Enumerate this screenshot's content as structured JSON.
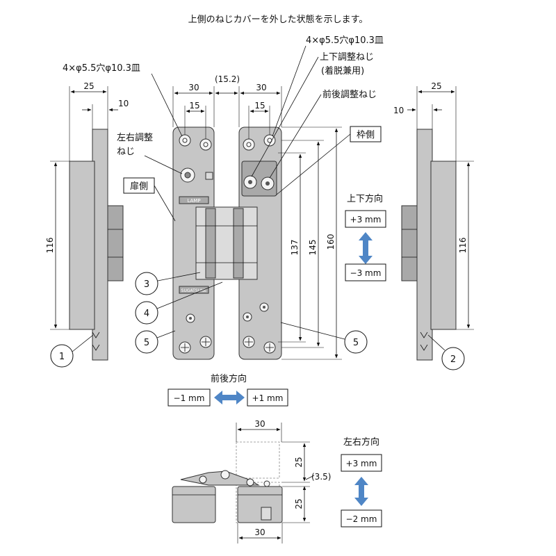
{
  "header": {
    "title": "上側のねじカバーを外した状態を示します。"
  },
  "callouts": {
    "hole_spec_left": "4×φ5.5穴φ10.3皿",
    "hole_spec_right": "4×φ5.5穴φ10.3皿",
    "vertical_adjust_screw": "上下調整ねじ",
    "vertical_adjust_screw_note": "(着脱兼用)",
    "front_back_adjust_screw": "前後調整ねじ",
    "lateral_adjust_screw_line1": "左右調整",
    "lateral_adjust_screw_line2": "ねじ",
    "frame_side": "枠側",
    "door_side": "扉側"
  },
  "dimensions": {
    "left_width": "25",
    "left_offset": "10",
    "left_height": "116",
    "body_width_left": "30",
    "body_hole_pitch_left": "15",
    "gap": "(15.2)",
    "body_width_right": "30",
    "body_hole_pitch_right": "15",
    "right_width": "25",
    "right_offset": "10",
    "right_height": "116",
    "height_137": "137",
    "height_145": "145",
    "height_160": "160",
    "bottom_width_top": "30",
    "bottom_width_bottom": "30",
    "bottom_upper_25": "25",
    "bottom_lower_25": "25",
    "bottom_gap": "(3.5)"
  },
  "part_numbers": [
    "1",
    "2",
    "3",
    "4",
    "5",
    "5"
  ],
  "adjustments": {
    "vertical": {
      "title": "上下方向",
      "plus": "+3 mm",
      "minus": "−3 mm"
    },
    "front_back": {
      "title": "前後方向",
      "minus": "−1 mm",
      "plus": "+1 mm"
    },
    "lateral": {
      "title": "左右方向",
      "plus": "+3 mm",
      "minus": "−2 mm"
    }
  },
  "brand_marks": {
    "upper": "LAMP",
    "lower": "SUGATSUNE"
  },
  "colors": {
    "arrow": "#4f86c6",
    "part_fill": "#c6c6c6",
    "part_dark": "#a9a9a9"
  }
}
